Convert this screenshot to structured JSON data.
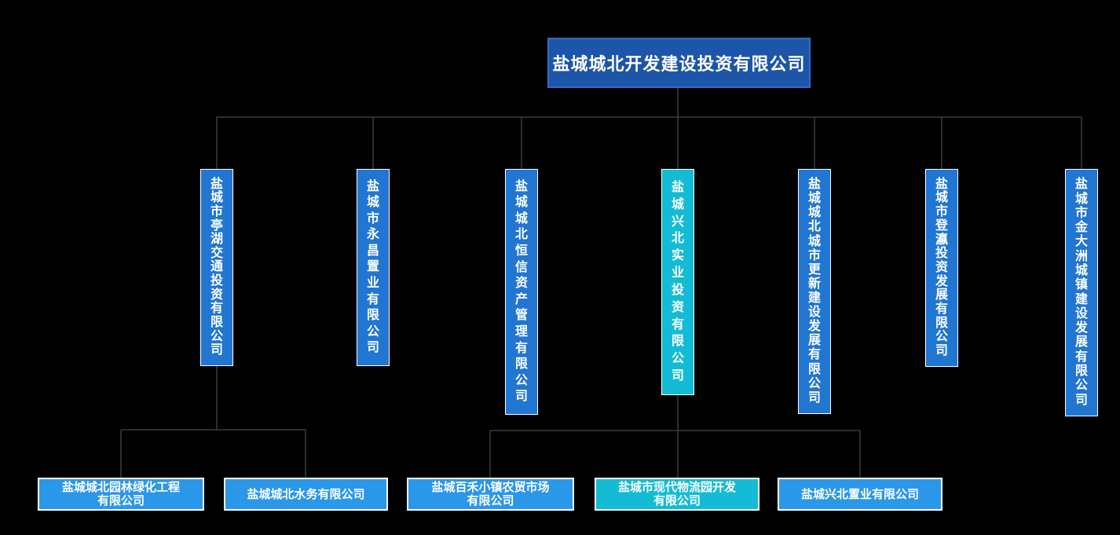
{
  "colors": {
    "background": "#000000",
    "root_fill": "#1d55a8",
    "root_border": "#2e6ec9",
    "branch_blue": "#2176d2",
    "leaf_blue": "#2b97e9",
    "accent_cyan": "#13bcd4",
    "box_border": "#ffffff",
    "connector": "#3c3c3c",
    "text": "#ffffff"
  },
  "chart": {
    "type": "org-chart",
    "root": {
      "name": "盐城城北开发建设投资有限公司"
    },
    "level2": [
      {
        "name": "盐城市亭湖交通投资有限公司",
        "variant": "blue"
      },
      {
        "name": "盐城市永昌置业有限公司",
        "variant": "blue"
      },
      {
        "name": "盐城城北恒信资产管理有限公司",
        "variant": "blue"
      },
      {
        "name": "盐城兴北实业投资有限公司",
        "variant": "cyan"
      },
      {
        "name": "盐城城北城市更新建设发展有限公司",
        "variant": "blue"
      },
      {
        "name": "盐城市登瀛投资发展有限公司",
        "variant": "blue"
      },
      {
        "name": "盐城市金大洲城镇建设发展有限公司",
        "variant": "blue"
      }
    ],
    "level3": [
      {
        "line1": "盐城城北园林绿化工程",
        "line2": "有限公司",
        "variant": "blue",
        "parent_index": 0
      },
      {
        "line1": "盐城城北水务有限公司",
        "line2": "",
        "variant": "blue",
        "parent_index": 0
      },
      {
        "line1": "盐城百禾小镇农贸市场",
        "line2": "有限公司",
        "variant": "blue",
        "parent_index": 3
      },
      {
        "line1": "盐城市现代物流园开发",
        "line2": "有限公司",
        "variant": "cyan",
        "parent_index": 3
      },
      {
        "line1": "盐城兴北置业有限公司",
        "line2": "",
        "variant": "blue",
        "parent_index": 3
      }
    ]
  }
}
